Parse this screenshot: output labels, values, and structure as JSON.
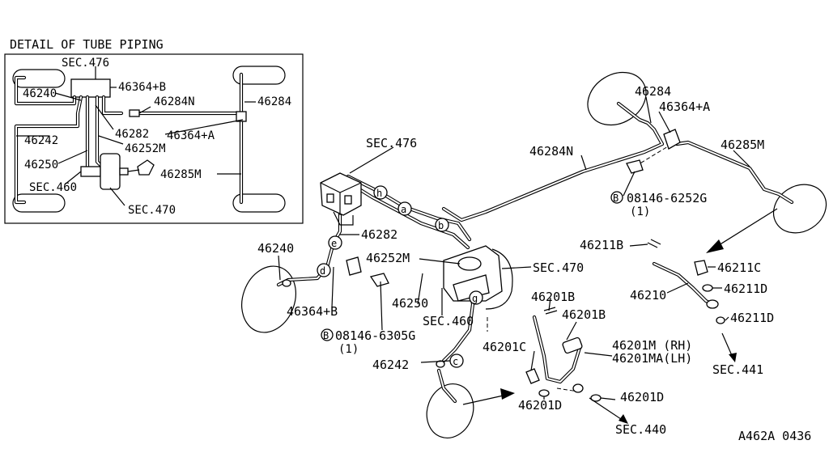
{
  "detail": {
    "title": "DETAIL OF TUBE PIPING",
    "labels": {
      "sec476": "SEC.476",
      "p46240": "46240",
      "p46364b": "46364+B",
      "p46284n": "46284N",
      "p46284": "46284",
      "p46282": "46282",
      "p46364a": "46364+A",
      "p46242": "46242",
      "p46252m": "46252M",
      "p46250": "46250",
      "p46285m": "46285M",
      "sec460": "SEC.460",
      "sec470": "SEC.470"
    }
  },
  "main": {
    "labels": {
      "sec476": "SEC.476",
      "p46284": "46284",
      "p46364a": "46364+A",
      "p46284n": "46284N",
      "p46285m": "46285M",
      "bolt_a": "08146-6252G",
      "bolt_a_qty": "(1)",
      "p46282": "46282",
      "p46240": "46240",
      "p46252m": "46252M",
      "sec470": "SEC.470",
      "p46211b": "46211B",
      "p46211c": "46211C",
      "p46211d_1": "46211D",
      "p46211d_2": "46211D",
      "p46210": "46210",
      "p46250": "46250",
      "p46364b": "46364+B",
      "sec460": "SEC.460",
      "bolt_b": "08146-6305G",
      "bolt_b_qty": "(1)",
      "p46201b_1": "46201B",
      "p46201b_2": "46201B",
      "p46201c": "46201C",
      "p46201m": "46201M (RH)",
      "p46201ma": "46201MA(LH)",
      "sec441": "SEC.441",
      "p46242": "46242",
      "p46201d_1": "46201D",
      "p46201d_2": "46201D",
      "sec440": "SEC.440",
      "bolt_symbol": "B"
    },
    "clip_letters": [
      "h",
      "a",
      "b",
      "e",
      "d",
      "g",
      "c"
    ]
  },
  "figure_code": "A462A 0436"
}
